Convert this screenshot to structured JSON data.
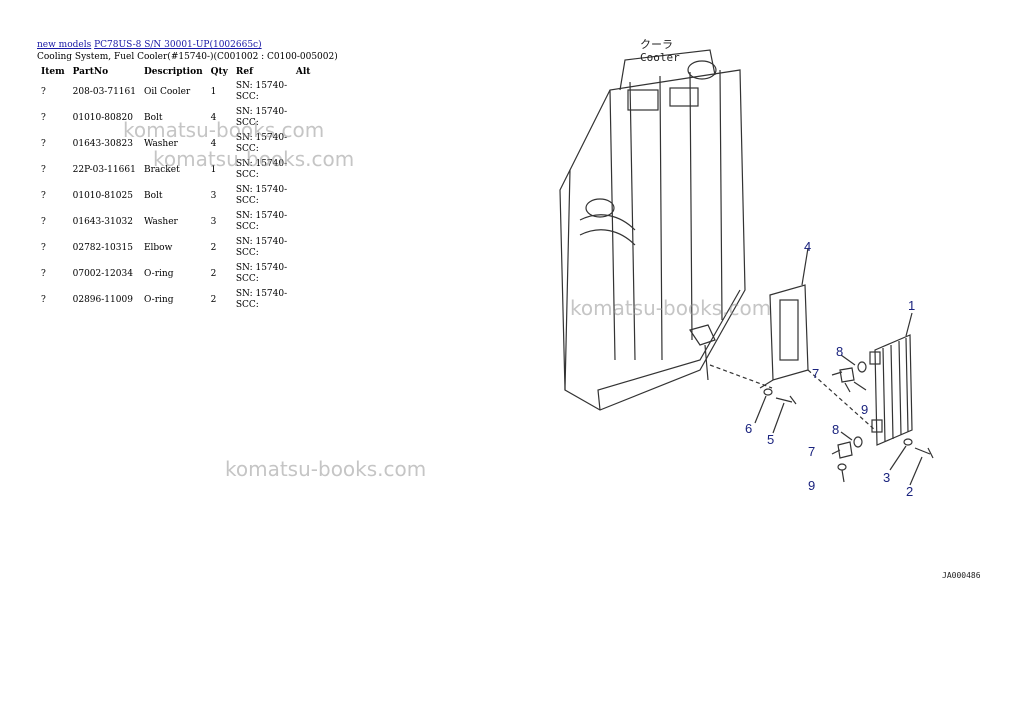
{
  "breadcrumb": {
    "link1": "new models",
    "link2": "PC78US-8 S/N 30001-UP(1002665c)"
  },
  "subtitle": "Cooling System, Fuel Cooler(#15740-)(C001002 : C0100-005002)",
  "table": {
    "headers": [
      "Item",
      "PartNo",
      "Description",
      "Qty",
      "Ref",
      "Alt"
    ],
    "rows": [
      {
        "item": "?",
        "part": "208-03-71161",
        "desc": "Oil Cooler",
        "qty": "1",
        "ref": "SN: 15740- SCC:"
      },
      {
        "item": "?",
        "part": "01010-80820",
        "desc": "Bolt",
        "qty": "4",
        "ref": "SN: 15740- SCC:"
      },
      {
        "item": "?",
        "part": "01643-30823",
        "desc": "Washer",
        "qty": "4",
        "ref": "SN: 15740- SCC:"
      },
      {
        "item": "?",
        "part": "22P-03-11661",
        "desc": "Bracket",
        "qty": "1",
        "ref": "SN: 15740- SCC:"
      },
      {
        "item": "?",
        "part": "01010-81025",
        "desc": "Bolt",
        "qty": "3",
        "ref": "SN: 15740- SCC:"
      },
      {
        "item": "?",
        "part": "01643-31032",
        "desc": "Washer",
        "qty": "3",
        "ref": "SN: 15740- SCC:"
      },
      {
        "item": "?",
        "part": "02782-10315",
        "desc": "Elbow",
        "qty": "2",
        "ref": "SN: 15740- SCC:"
      },
      {
        "item": "?",
        "part": "07002-12034",
        "desc": "O-ring",
        "qty": "2",
        "ref": "SN: 15740- SCC:"
      },
      {
        "item": "?",
        "part": "02896-11009",
        "desc": "O-ring",
        "qty": "2",
        "ref": "SN: 15740- SCC:"
      }
    ]
  },
  "watermark": "komatsu-books.com",
  "diagram": {
    "header_jp": "クーラ",
    "header_en": "Cooler",
    "code": "JA000486",
    "callouts": [
      "1",
      "2",
      "3",
      "4",
      "5",
      "6",
      "7",
      "8",
      "9",
      "7",
      "8",
      "9"
    ]
  },
  "colors": {
    "link": "#1a1aa6",
    "callout": "#1a237e",
    "watermark": "#969696"
  }
}
